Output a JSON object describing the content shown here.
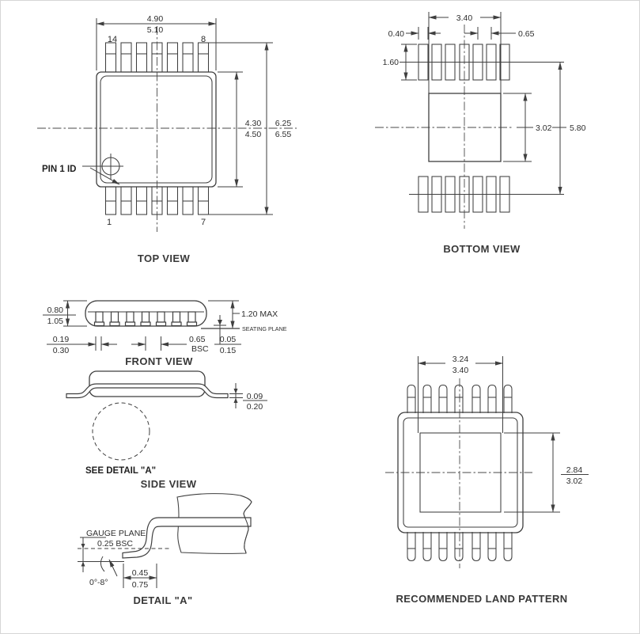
{
  "page": {
    "background": "#ffffff",
    "line_color": "#3f3f3f",
    "text_color": "#2e2e2e"
  },
  "top_view": {
    "caption": "TOP VIEW",
    "pin1_id": "PIN 1 ID",
    "pin_top_left": "14",
    "pin_top_right": "8",
    "pin_bottom_left": "1",
    "pin_bottom_right": "7",
    "body_width": {
      "upper": "4.90",
      "lower": "5.10"
    },
    "body_length": {
      "upper": "4.30",
      "lower": "4.50"
    },
    "lead_span": {
      "upper": "6.25",
      "lower": "6.55"
    }
  },
  "bottom_view": {
    "caption": "BOTTOM VIEW",
    "pad_width": "0.40",
    "pitch": "0.65",
    "pad_length": "1.60",
    "body_width": "3.40",
    "body_length": "3.02",
    "row_span": "5.80"
  },
  "front_view": {
    "caption": "FRONT VIEW",
    "body_thickness": {
      "upper": "0.80",
      "lower": "1.05"
    },
    "overall_height": "1.20 MAX",
    "seating_plane": "SEATING PLANE",
    "lead_width": {
      "upper": "0.19",
      "lower": "0.30"
    },
    "pitch": {
      "upper": "0.65",
      "lower": "BSC"
    },
    "standoff": {
      "upper": "0.05",
      "lower": "0.15"
    }
  },
  "side_view": {
    "caption": "SIDE VIEW",
    "see_detail": "SEE DETAIL \"A\"",
    "lead_thickness": {
      "upper": "0.09",
      "lower": "0.20"
    }
  },
  "detail_a": {
    "caption": "DETAIL \"A\"",
    "gauge_plane": "GAUGE PLANE",
    "gauge_offset": "0.25 BSC",
    "foot_length": {
      "upper": "0.45",
      "lower": "0.75"
    },
    "lead_angle": "0°-8°"
  },
  "land_pattern": {
    "caption": "RECOMMENDED LAND PATTERN",
    "width": {
      "upper": "3.24",
      "lower": "3.40"
    },
    "length": {
      "upper": "2.84",
      "lower": "3.02"
    }
  }
}
